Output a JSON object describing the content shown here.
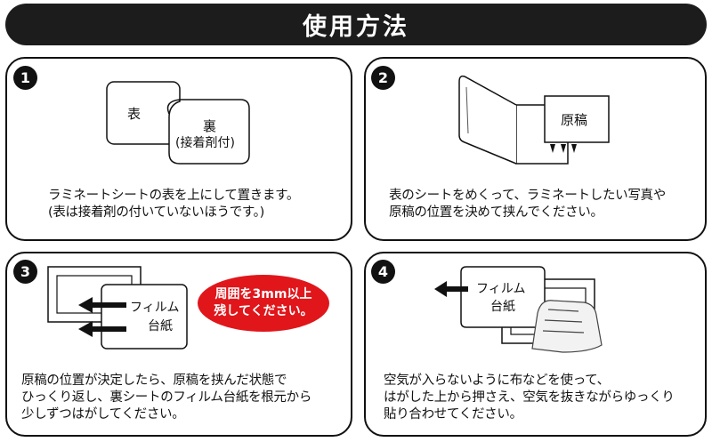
{
  "title": "使用方法",
  "panels": [
    {
      "number": "1",
      "labels": {
        "front": "表",
        "back": "裏",
        "back_sub": "(接着剤付)"
      },
      "lines": [
        "ラミネートシートの表を上にして置きます。",
        "(表は接着剤の付いていないほうです。)"
      ]
    },
    {
      "number": "2",
      "labels": {
        "original": "原稿"
      },
      "lines": [
        "表のシートをめくって、ラミネートしたい写真や",
        "原稿の位置を決めて挟んでください。"
      ]
    },
    {
      "number": "3",
      "labels": {
        "film": "フィルム",
        "paper": "台紙"
      },
      "badge": [
        "周囲を3mm以上",
        "残してください。"
      ],
      "lines": [
        "原稿の位置が決定したら、原稿を挟んだ状態で",
        "ひっくり返し、裏シートのフィルム台紙を根元から",
        "少しずつはがしてください。"
      ]
    },
    {
      "number": "4",
      "labels": {
        "film": "フィルム",
        "paper": "台紙"
      },
      "lines": [
        "空気が入らないように布などを使って、",
        "はがした上から押さえ、空気を抜きながらゆっくり",
        "貼り合わせてください。"
      ]
    }
  ],
  "colors": {
    "title_bg": "#1c1c1c",
    "badge_bg": "#e0161b",
    "outline": "#111111"
  },
  "icons": [
    "arrow-down-icon",
    "arrow-left-icon",
    "hand-icon"
  ]
}
